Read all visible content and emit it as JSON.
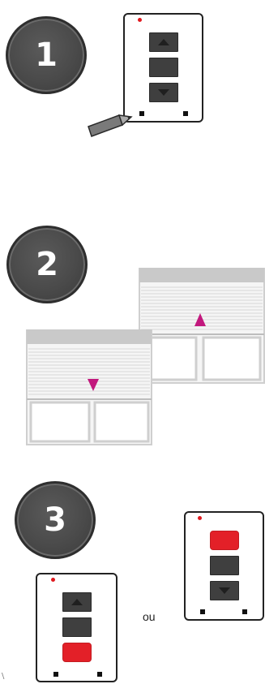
{
  "steps": [
    {
      "number": "1"
    },
    {
      "number": "2"
    },
    {
      "number": "3"
    }
  ],
  "step3": {
    "or_label": "ou"
  },
  "corner_mark": "\\",
  "colors": {
    "circle": "#4a4a4a",
    "led": "#e0191e",
    "button_dark": "#3f3f3f",
    "button_lit": "#e32028",
    "arrow_magenta": "#c2187d",
    "shutter_frame": "#c8c8c8"
  },
  "icons": [
    "pen-icon",
    "up-arrow-icon",
    "down-arrow-icon",
    "shutter-up-icon",
    "shutter-down-icon"
  ]
}
